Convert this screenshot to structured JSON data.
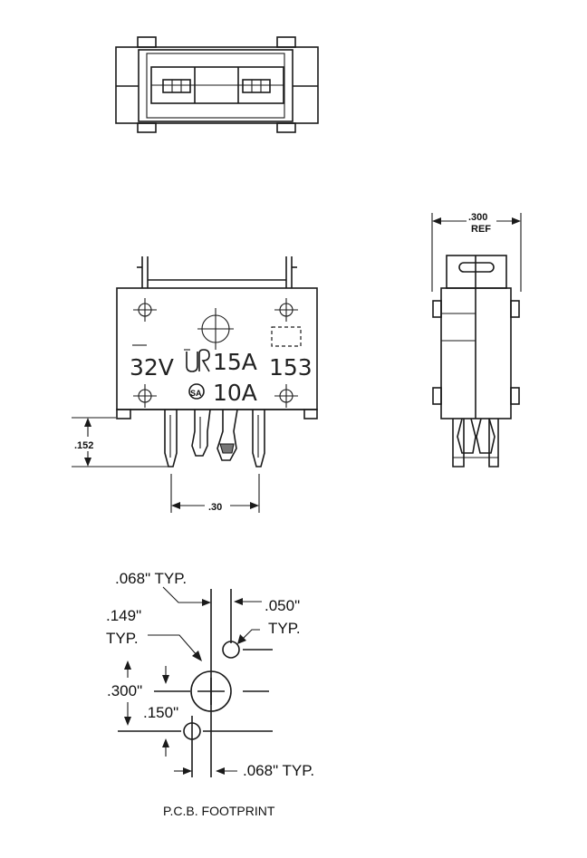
{
  "front_view": {
    "voltage_marking": "32V",
    "ur_rating": "15A",
    "csa_rating": "10A",
    "part_number": "153"
  },
  "dimensions": {
    "width_ref": ".300",
    "ref_label": "REF",
    "pin_length": ".152",
    "pin_spacing": ".30"
  },
  "footprint": {
    "pad_hole_top": ".068\" TYP.",
    "small_hole_line1": ".050\"",
    "small_hole_line2": "TYP.",
    "large_hole_line1": ".149\"",
    "large_hole_line2": "TYP.",
    "vertical_spacing": ".300\"",
    "offset_spacing": ".150\"",
    "pad_hole_bottom": ".068\" TYP.",
    "caption": "P.C.B. FOOTPRINT"
  }
}
